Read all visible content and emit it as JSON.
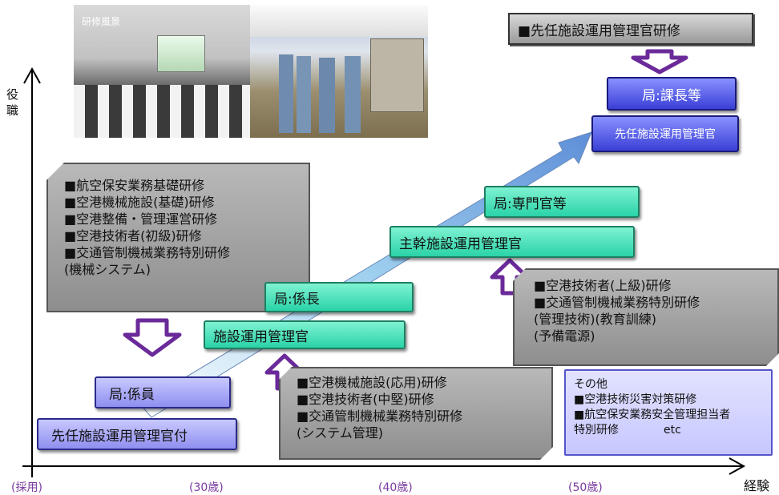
{
  "photo_label": "研修風景",
  "y_axis_label": [
    "役",
    "職"
  ],
  "x_axis_label": "経験",
  "x_ticks": [
    "(採用)",
    "(30歳)",
    "(40歳)",
    "(50歳)"
  ],
  "training_boxes": {
    "basic": [
      "■航空保安業務基礎研修",
      "■空港機械施設(基礎)研修",
      "■空港整備・管理運営研修",
      "■空港技術者(初級)研修",
      "■交通管制機械業務特別研修",
      "(機械システム)"
    ],
    "middle": [
      "■空港機械施設(応用)研修",
      "■空港技術者(中堅)研修",
      "■交通管制機械業務特別研修",
      "(システム管理)"
    ],
    "senior": [
      "■空港技術者(上級)研修",
      "■交通管制機械業務特別研修",
      "(管理技術)(教育訓練)",
      "(予備電源)"
    ],
    "top": "■先任施設運用管理官研修"
  },
  "positions": {
    "p1": "先任施設運用管理官付",
    "p2": "局:係員",
    "p3": "施設運用管理官",
    "p4": "局:係長",
    "p5": "主幹施設運用管理官",
    "p6": "局:専門官等",
    "p7": "先任施設運用管理官",
    "p8": "局:課長等"
  },
  "other": {
    "title": "その他",
    "lines": [
      "■空港技術災害対策研修",
      "■航空保安業務安全管理担当者",
      "特別研修　　　　etc"
    ]
  },
  "colors": {
    "teal": "#2ad3a8",
    "blue": "#3a3fd6",
    "gray": "#9a9a9a",
    "purple_arrow": "#6a2a9a",
    "axis": "#000000"
  }
}
